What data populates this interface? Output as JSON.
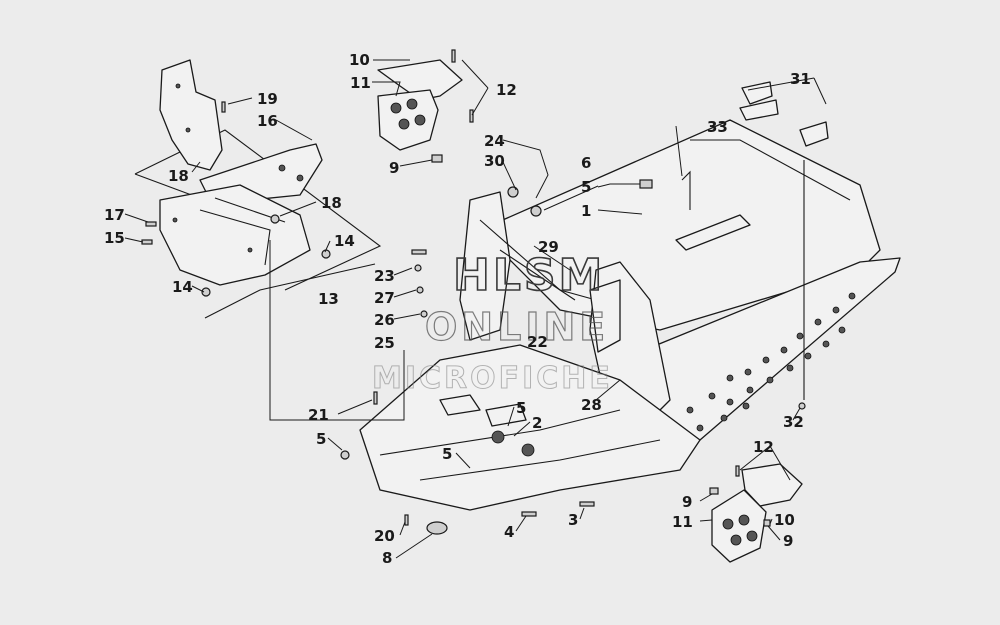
{
  "watermark": {
    "line1": "HLSM",
    "line2": "ONLINE",
    "line3": "MICROFICHE"
  },
  "callouts": [
    {
      "id": "c10a",
      "text": "10"
    },
    {
      "id": "c11a",
      "text": "11"
    },
    {
      "id": "c12a",
      "text": "12"
    },
    {
      "id": "c9a",
      "text": "9"
    },
    {
      "id": "c19",
      "text": "19"
    },
    {
      "id": "c16",
      "text": "16"
    },
    {
      "id": "c18a",
      "text": "18"
    },
    {
      "id": "c18b",
      "text": "18"
    },
    {
      "id": "c17",
      "text": "17"
    },
    {
      "id": "c15",
      "text": "15"
    },
    {
      "id": "c14a",
      "text": "14"
    },
    {
      "id": "c14b",
      "text": "14"
    },
    {
      "id": "c13",
      "text": "13"
    },
    {
      "id": "c24",
      "text": "24"
    },
    {
      "id": "c30",
      "text": "30"
    },
    {
      "id": "c6",
      "text": "6"
    },
    {
      "id": "c5a",
      "text": "5"
    },
    {
      "id": "c1",
      "text": "1"
    },
    {
      "id": "c31",
      "text": "31"
    },
    {
      "id": "c33",
      "text": "33"
    },
    {
      "id": "c29",
      "text": "29"
    },
    {
      "id": "c23",
      "text": "23"
    },
    {
      "id": "c27",
      "text": "27"
    },
    {
      "id": "c26",
      "text": "26"
    },
    {
      "id": "c25",
      "text": "25"
    },
    {
      "id": "c22",
      "text": "22"
    },
    {
      "id": "c28",
      "text": "28"
    },
    {
      "id": "c21",
      "text": "21"
    },
    {
      "id": "c5b",
      "text": "5"
    },
    {
      "id": "c5c",
      "text": "5"
    },
    {
      "id": "c2",
      "text": "2"
    },
    {
      "id": "c5d",
      "text": "5"
    },
    {
      "id": "c32",
      "text": "32"
    },
    {
      "id": "c12b",
      "text": "12"
    },
    {
      "id": "c9b",
      "text": "9"
    },
    {
      "id": "c11b",
      "text": "11"
    },
    {
      "id": "c10b",
      "text": "10"
    },
    {
      "id": "c9c",
      "text": "9"
    },
    {
      "id": "c3",
      "text": "3"
    },
    {
      "id": "c4",
      "text": "4"
    },
    {
      "id": "c20",
      "text": "20"
    },
    {
      "id": "c8",
      "text": "8"
    }
  ]
}
